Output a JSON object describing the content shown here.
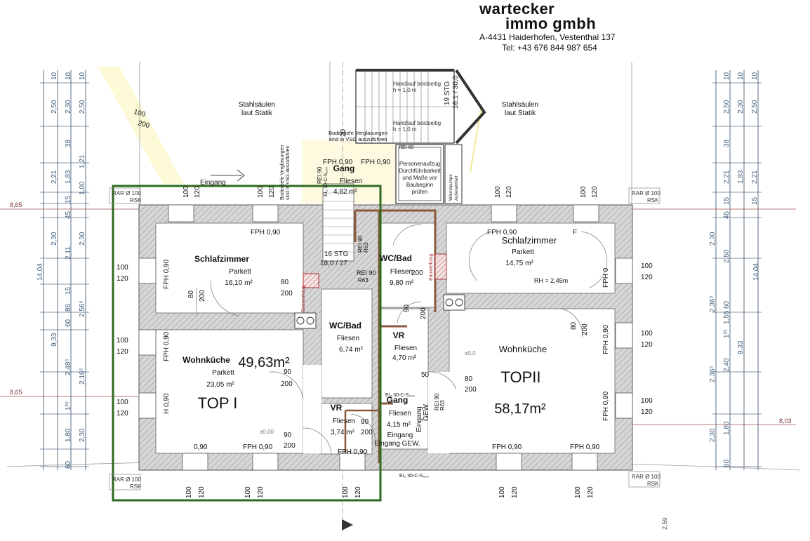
{
  "company": {
    "name_line1": "wartecker",
    "name_line2": "immo gmbh",
    "address": "A-4431 Haiderhofen, Vestenthal 137",
    "phone": "Tel: +43 676 844 987 654"
  },
  "top1": {
    "label": "TOP I",
    "area": "49,63m²",
    "highlight_color": "#2e6b1f",
    "rooms": {
      "schlafzimmer": {
        "name": "Schlafzimmer",
        "floor": "Parkett",
        "area": "16,10 m²"
      },
      "wohnkueche": {
        "name": "Wohnküche",
        "floor": "Parkett",
        "area": "23,05 m²"
      },
      "wcbad": {
        "name": "WC/Bad",
        "floor": "Fliesen",
        "area": "6,74 m²"
      },
      "vr": {
        "name": "VR",
        "floor": "Fliesen",
        "area": "3,74 m²"
      }
    }
  },
  "top2": {
    "label": "TOPII",
    "area": "58,17m²",
    "rooms": {
      "schlafzimmer": {
        "name": "Schlafzimmer",
        "floor": "Parkett",
        "area": "14,75 m²",
        "note": "RH = 2,45m"
      },
      "wohnkueche": {
        "name": "Wohnküche"
      },
      "wcbad": {
        "name": "WC/Bad",
        "floor": "Fliesen",
        "area": "9,80 m²"
      },
      "vr": {
        "name": "VR",
        "floor": "Fliesen",
        "area": "4,70 m²"
      }
    }
  },
  "common": {
    "gang_top": {
      "name": "Gang",
      "floor": "Fliesen",
      "area": "4,82 m²"
    },
    "gang_bottom": {
      "name": "Gang",
      "floor": "Fliesen",
      "area": "4,15 m²"
    },
    "eingang": "Eingang",
    "eingang_gew": "Eingang GEW.",
    "eingang_gew_2": "GEW.",
    "stair": "16,1 / 30,0",
    "stair_count": "19 STG",
    "stair_small": "16 STG",
    "stair_small_dim": "18,0 / 27",
    "handlauf_top": "Handlauf beidseitig",
    "handlauf_top_h": "h = 1,0 m",
    "handlauf_bottom": "Handlauf beidseitig",
    "handlauf_bottom_h": "h = 1,0 m",
    "stahl_left": [
      "Stahlsäulen",
      "laut Statik"
    ],
    "stahl_right": [
      "Stahlsäulen",
      "laut Statik"
    ],
    "verglasung": [
      "Bodentiefe Verglasungen",
      "sind in VSG auszuführen"
    ],
    "aufzug": [
      "Personenaufzug",
      "Durchführbarkeit",
      "und Maße vor",
      "Baubeginn",
      "prüfen"
    ],
    "waermepumpe": [
      "Wärmepumpe",
      "Außeneinheit"
    ],
    "rei90": "REI 90",
    "rei60": "REI 60",
    "r63": "R63",
    "ei30": "EI₂ 30-C-S₂₀₀"
  },
  "labels": {
    "fph090": "FPH 0,90",
    "fph0": "FPH 0",
    "fph_h": "H 0,90",
    "fph_short": "0,90",
    "fph_f": "F",
    "rar": "RAR Ø 100",
    "rsk": "RSK",
    "d100": "100",
    "d120": "120",
    "d200": "200",
    "d80": "80",
    "d90": "90",
    "d50": "50",
    "d20": "20",
    "lvl_left": "8,65",
    "lvl_left2": "8,65",
    "lvl_right": "8,03",
    "pm0": "±0,00",
    "pm0b": "±0,0",
    "blocked": "Bauwerkzug"
  },
  "dims_left_a": [
    "10",
    "2,50",
    "2,21",
    "1,00",
    "45",
    "2,30",
    "2,11",
    "15",
    "60",
    "9,33",
    "1²⁵",
    "1,80",
    "60"
  ],
  "dims_left_b": [
    "10",
    "2,30",
    "1,83",
    "15",
    "86",
    "2,48⁵",
    "2,30"
  ],
  "dims_left_c": [
    "10",
    "2,50",
    "38",
    "1,21",
    "2,30",
    "2,56⁵",
    "2,16⁵"
  ],
  "dims_left_total": "14,04",
  "dims_right_a": [
    "10",
    "2,50",
    "2,21",
    "45",
    "2,30",
    "2,36⁵",
    "2,36⁵",
    "2,30"
  ],
  "dims_right_b": [
    "10",
    "2,30",
    "38",
    "1,83",
    "15",
    "2,50",
    "60",
    "1,55",
    "1²⁵",
    "2,40",
    "1,80",
    "60"
  ],
  "dims_right_c": [
    "10",
    "2,50",
    "2,21",
    "15",
    "9,33"
  ],
  "dims_right_total": "14,04",
  "dim_top_100": "100",
  "dim_top_200": "200",
  "scale_note": "2,59"
}
